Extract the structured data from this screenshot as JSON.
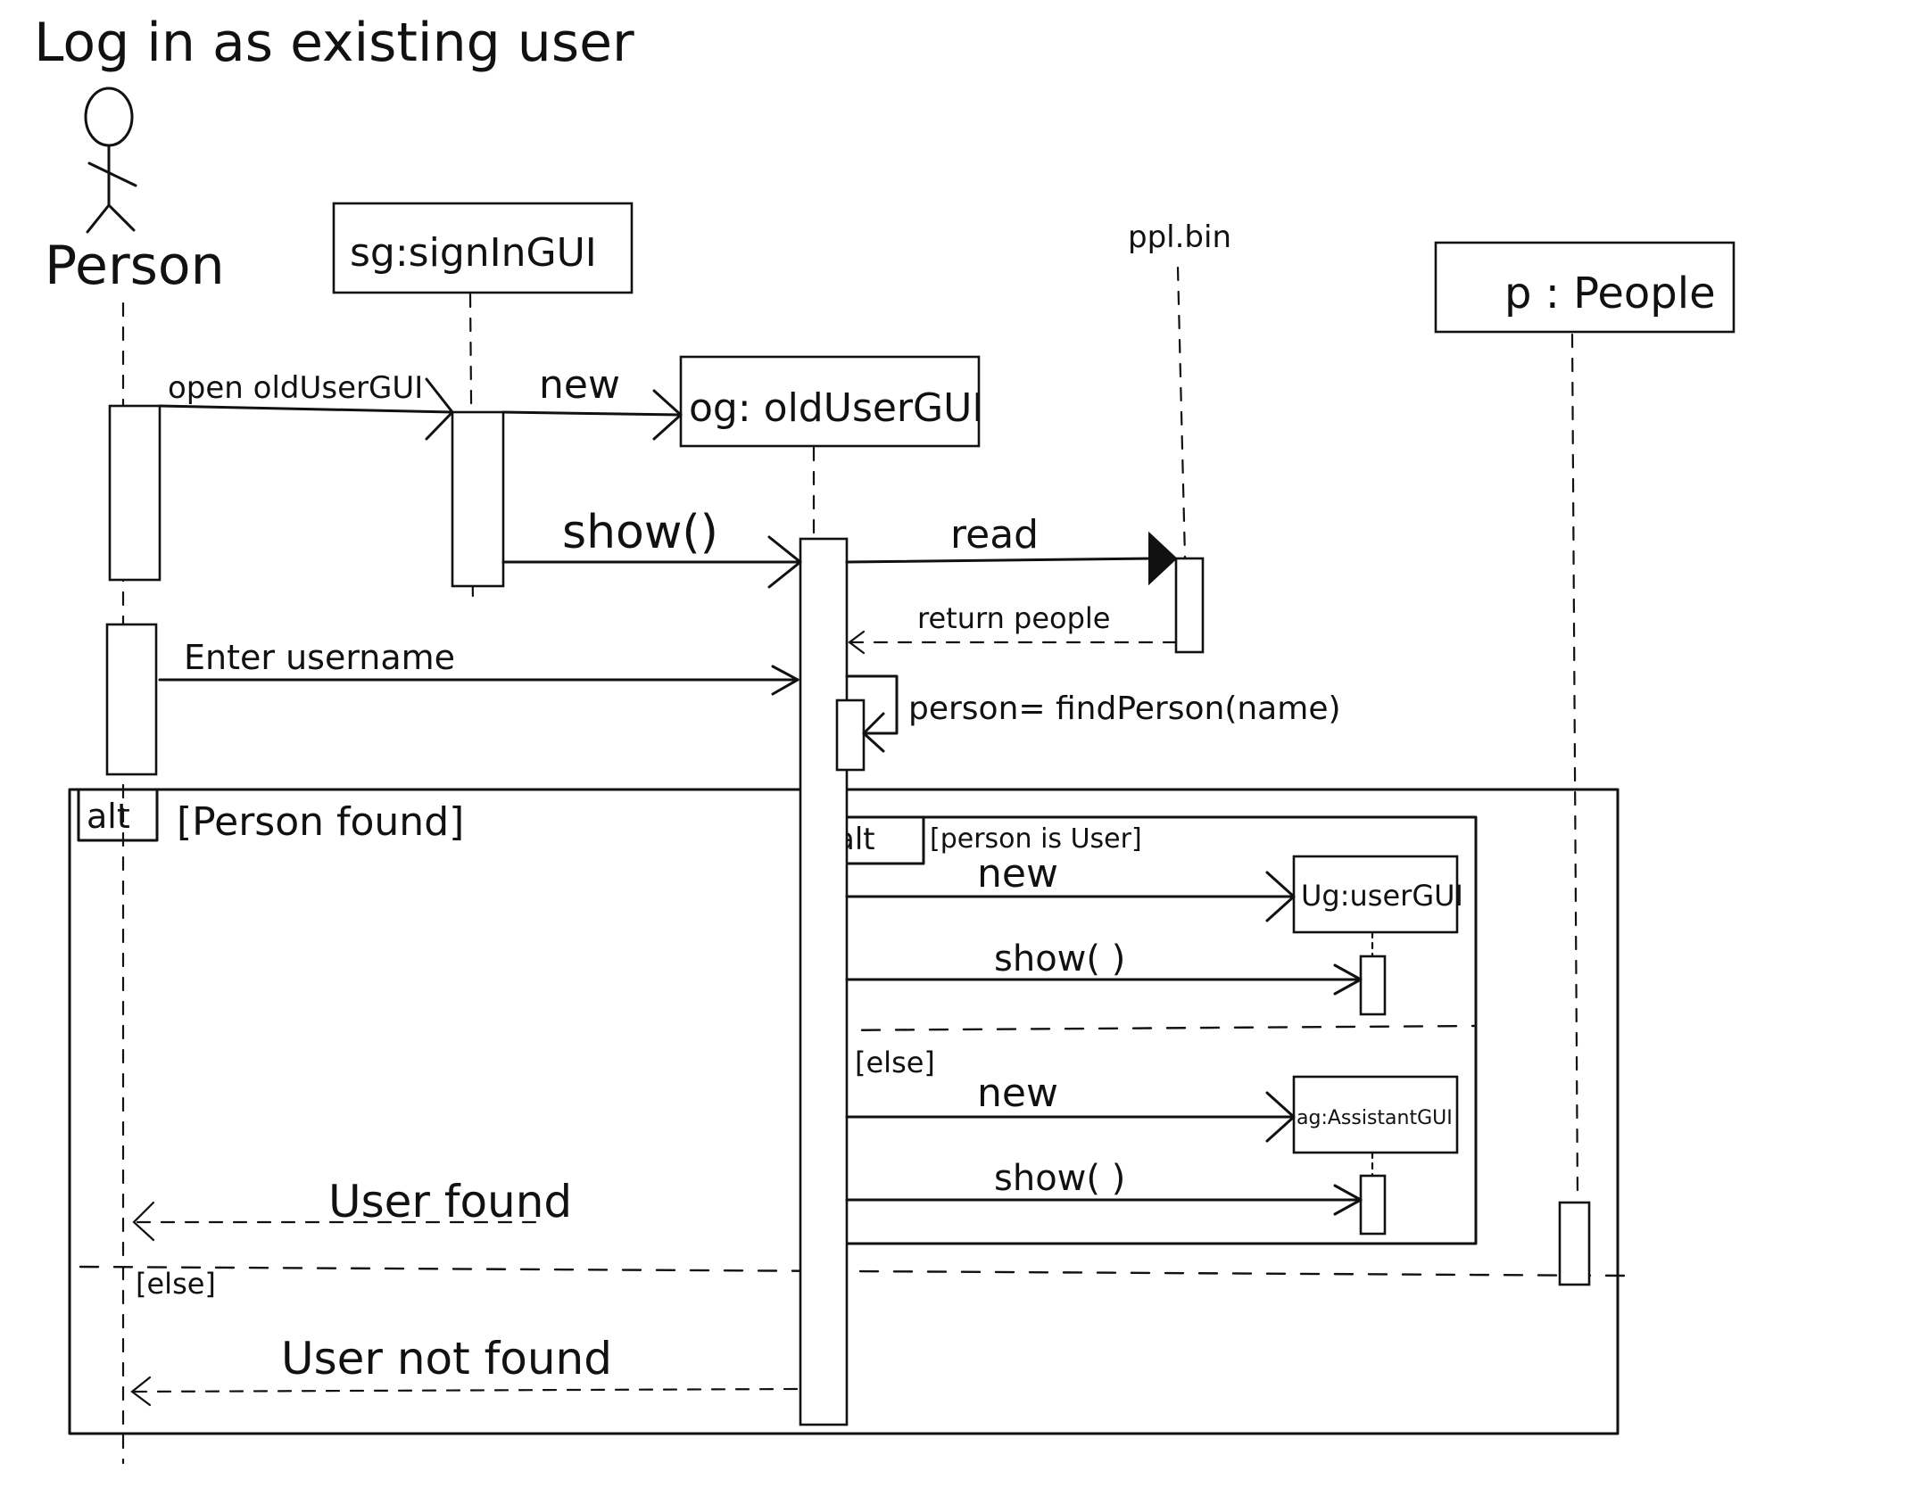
{
  "title": "Log in as existing user",
  "actor": {
    "name": "Person"
  },
  "participants": {
    "signin": "sg:signInGUI",
    "olduser": "og: oldUserGUI",
    "file": "ppl.bin",
    "people": "p : People",
    "usergui": "Ug:userGUI",
    "assistantgui": "ag:AssistantGUI"
  },
  "messages": {
    "open_old": "open oldUserGUI",
    "new_og": "new",
    "show_og": "show()",
    "read": "read",
    "return_people": "return people",
    "enter_username": "Enter username",
    "find_person": "person= findPerson(name)",
    "new_ug": "new",
    "show_ug": "show( )",
    "new_ag": "new",
    "show_ag": "show( )",
    "user_found": "User found",
    "user_not_found": "User not found"
  },
  "fragments": {
    "outer_op": "alt",
    "outer_guard": "[Person found]",
    "outer_else": "[else]",
    "inner_op": "alt",
    "inner_guard": "[person is User]",
    "inner_else": "[else]"
  }
}
